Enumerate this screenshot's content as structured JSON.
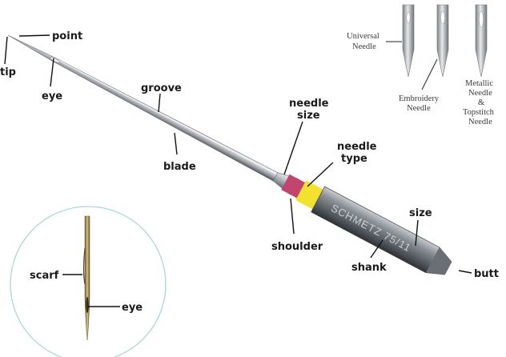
{
  "labels": {
    "point": "point",
    "tip": "tip",
    "eye": "eye",
    "groove": "groove",
    "blade": "blade",
    "needle_size_1": "needle",
    "needle_size_2": "size",
    "needle_type_1": "needle",
    "needle_type_2": "type",
    "shoulder": "shoulder",
    "shank": "shank",
    "size": "size",
    "butt": "butt",
    "scarf": "scarf",
    "detail_eye": "eye"
  },
  "brand_text": "SCHMETZ 75/11",
  "needle_types": {
    "universal_1": "Universal",
    "universal_2": "Needle",
    "embroidery_1": "Embroidery",
    "embroidery_2": "Needle",
    "metallic_1": "Metallic",
    "metallic_2": "Needle",
    "metallic_3": "&",
    "metallic_4": "Topstitch",
    "metallic_5": "Needle"
  },
  "colors": {
    "size_band": "#c2456f",
    "type_band": "#f2e22e",
    "metal_light": "#e4e6e8",
    "metal_dark": "#5a5e63",
    "detail_circle": "#a8d8d6",
    "detail_needle": "#a88a4e"
  }
}
